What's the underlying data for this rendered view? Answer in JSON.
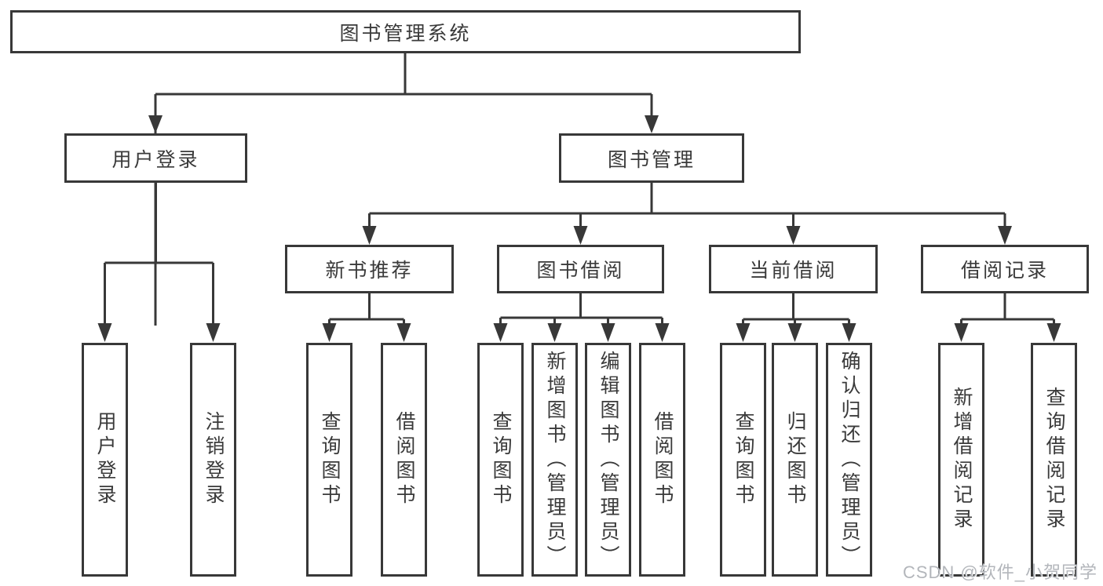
{
  "colors": {
    "background": "#ffffff",
    "box_border": "#383838",
    "line": "#383838",
    "text": "#3a3a3a",
    "watermark": "#b3b6bb"
  },
  "tree": {
    "root": {
      "label": "图书管理系统"
    },
    "branches": [
      {
        "label": "用户登录",
        "children": [
          {
            "label": "用户登录"
          },
          {
            "label": "注销登录"
          }
        ]
      },
      {
        "label": "图书管理",
        "groups": [
          {
            "label": "新书推荐",
            "children": [
              {
                "label": "查询图书"
              },
              {
                "label": "借阅图书"
              }
            ]
          },
          {
            "label": "图书借阅",
            "children": [
              {
                "label": "查询图书"
              },
              {
                "label": "新增图书（管理员）"
              },
              {
                "label": "编辑图书（管理员）"
              },
              {
                "label": "借阅图书"
              }
            ]
          },
          {
            "label": "当前借阅",
            "children": [
              {
                "label": "查询图书"
              },
              {
                "label": "归还图书"
              },
              {
                "label": "确认归还（管理员）"
              }
            ]
          },
          {
            "label": "借阅记录",
            "children": [
              {
                "label": "新增借阅记录"
              },
              {
                "label": "查询借阅记录"
              }
            ]
          }
        ]
      }
    ]
  },
  "watermark": {
    "text": "CSDN @软件_小贺同学"
  }
}
